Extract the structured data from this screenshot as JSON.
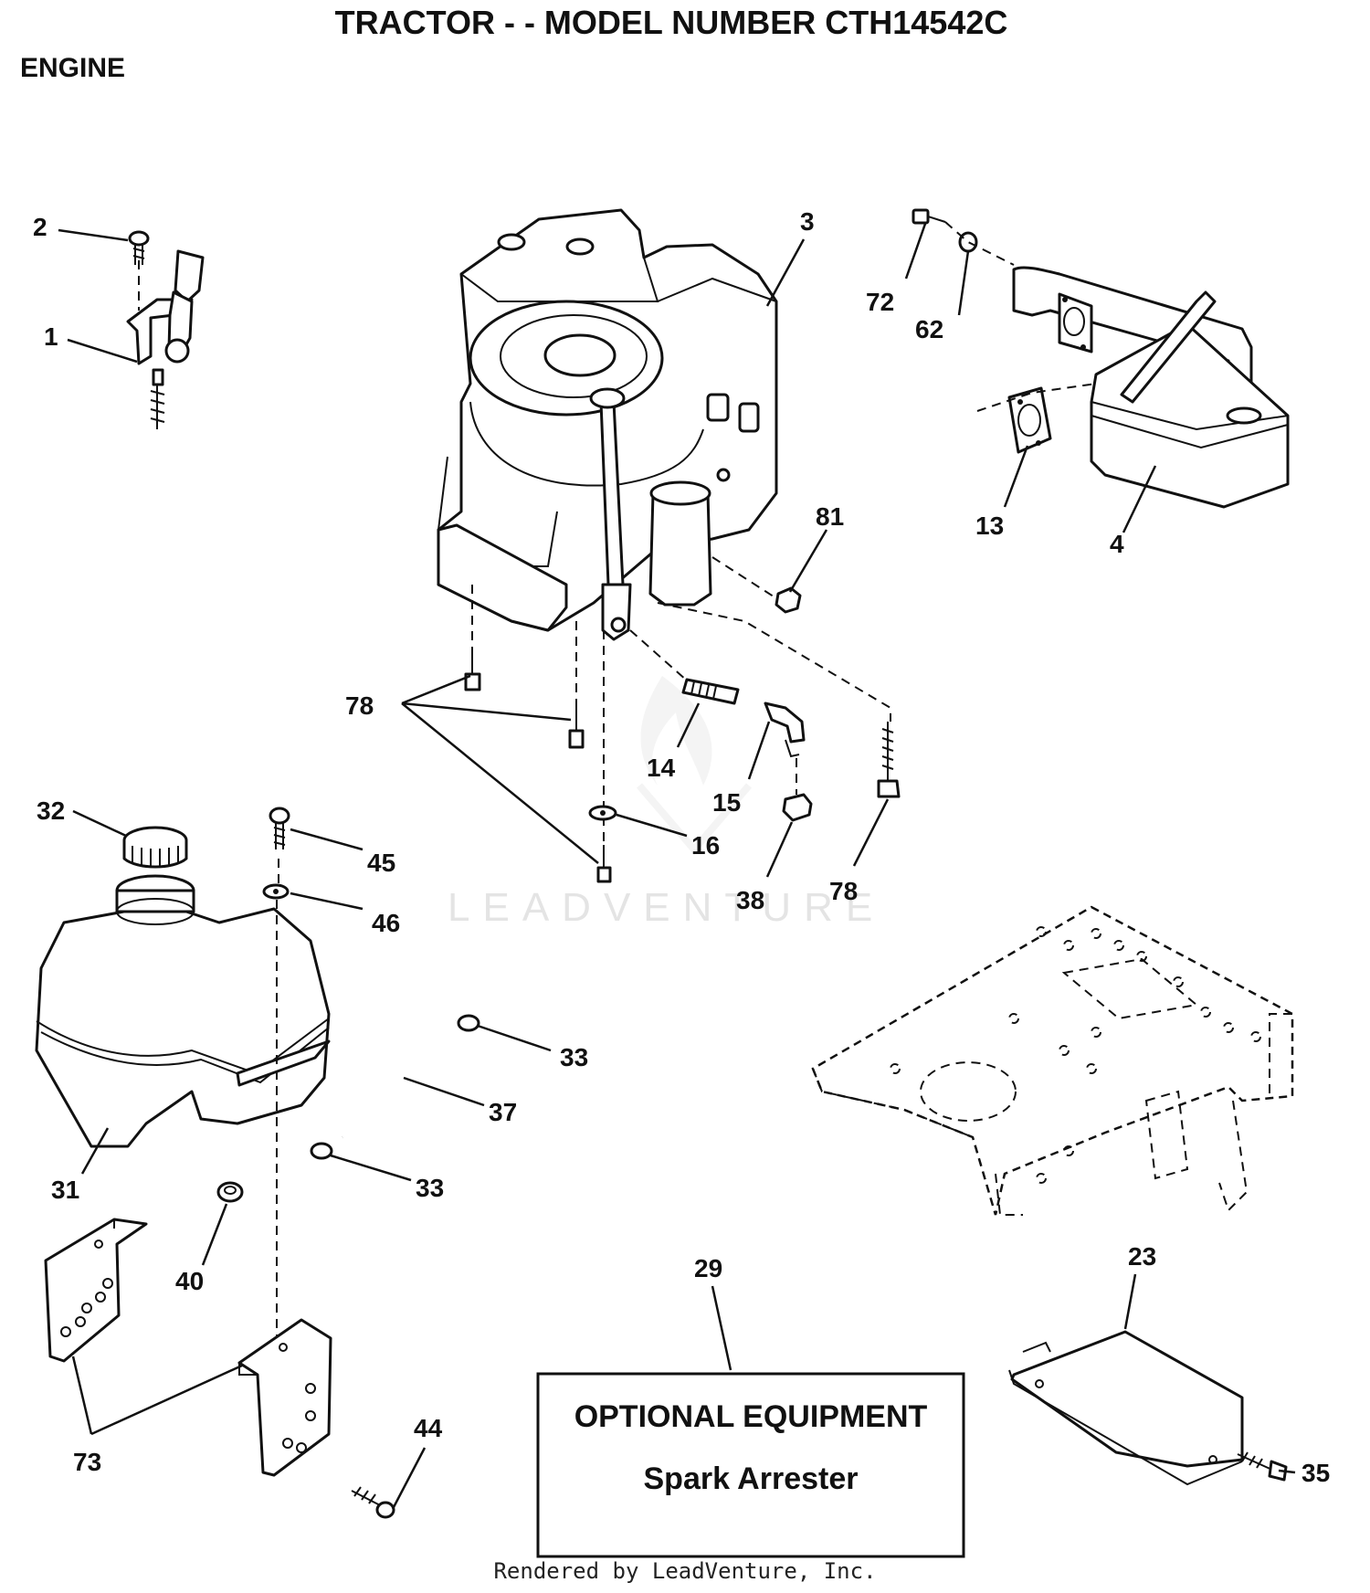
{
  "title": "TRACTOR - - MODEL NUMBER CTH14542C",
  "section": "ENGINE",
  "watermark": "LEADVENTURE",
  "optional_box": {
    "line1": "OPTIONAL EQUIPMENT",
    "line2": "Spark Arrester"
  },
  "footer": "Rendered by LeadVenture, Inc.",
  "callouts": {
    "p1": "1",
    "p2": "2",
    "p3": "3",
    "p4": "4",
    "p13": "13",
    "p14": "14",
    "p15": "15",
    "p16": "16",
    "p23": "23",
    "p29": "29",
    "p31": "31",
    "p32": "32",
    "p33a": "33",
    "p33b": "33",
    "p35": "35",
    "p37": "37",
    "p38": "38",
    "p40": "40",
    "p44": "44",
    "p45": "45",
    "p46": "46",
    "p62": "62",
    "p72": "72",
    "p73": "73",
    "p78a": "78",
    "p78b": "78",
    "p81": "81"
  }
}
